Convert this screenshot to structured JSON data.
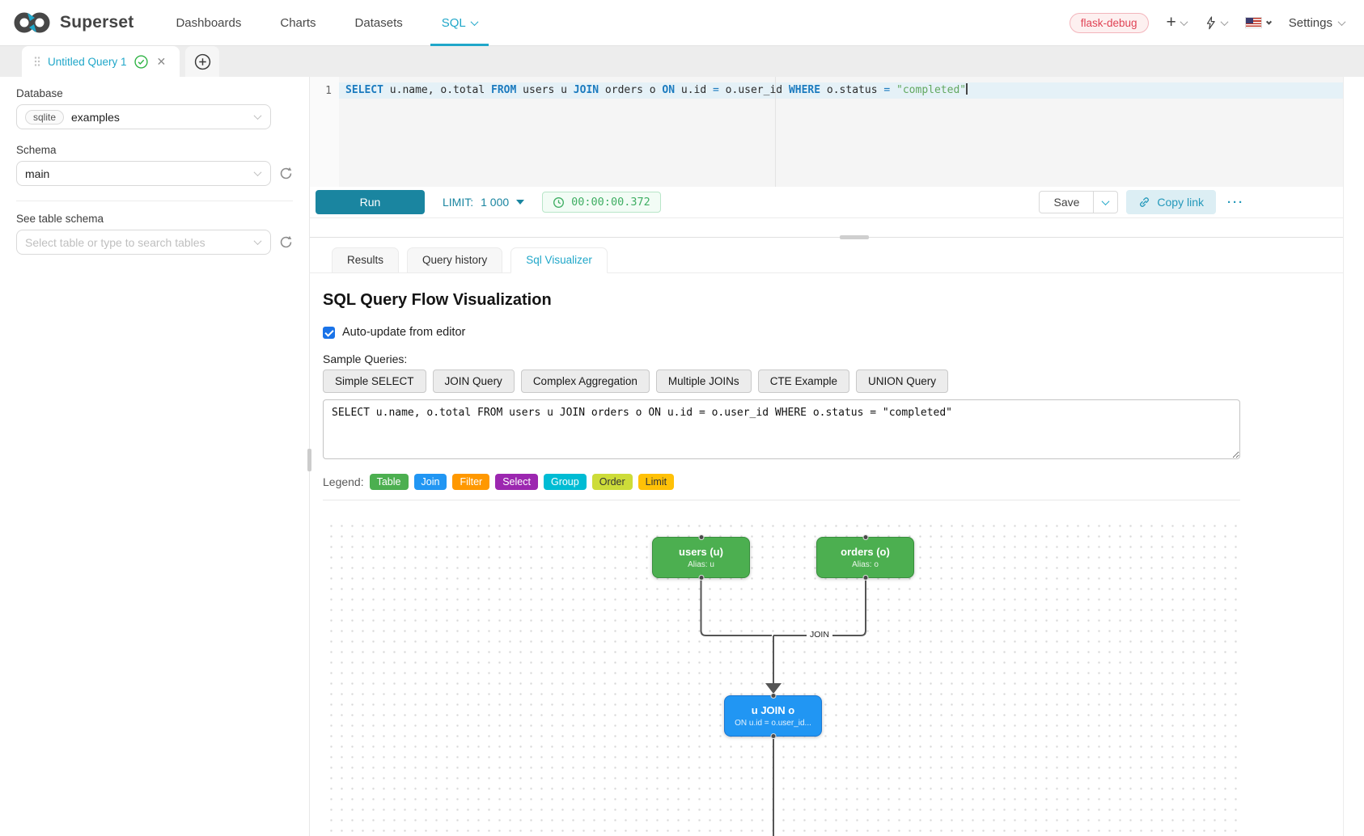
{
  "navbar": {
    "brand": "Superset",
    "items": [
      {
        "label": "Dashboards",
        "active": false
      },
      {
        "label": "Charts",
        "active": false
      },
      {
        "label": "Datasets",
        "active": false
      },
      {
        "label": "SQL",
        "active": true
      }
    ],
    "environment_tag": "flask-debug",
    "settings_label": "Settings",
    "accent_color": "#20a7c9"
  },
  "tabstrip": {
    "active_tab_label": "Untitled Query 1"
  },
  "sidebar": {
    "database_label": "Database",
    "database_type": "sqlite",
    "database_value": "examples",
    "schema_label": "Schema",
    "schema_value": "main",
    "table_label": "See table schema",
    "table_placeholder": "Select table or type to search tables"
  },
  "editor": {
    "line_number": "1",
    "tokens": [
      {
        "t": "k",
        "v": "SELECT"
      },
      {
        "t": "p",
        "v": " u.name, o.total "
      },
      {
        "t": "k",
        "v": "FROM"
      },
      {
        "t": "p",
        "v": " users u "
      },
      {
        "t": "k",
        "v": "JOIN"
      },
      {
        "t": "p",
        "v": " orders o "
      },
      {
        "t": "k",
        "v": "ON"
      },
      {
        "t": "p",
        "v": " u.id "
      },
      {
        "t": "o",
        "v": "="
      },
      {
        "t": "p",
        "v": " o.user_id "
      },
      {
        "t": "k",
        "v": "WHERE"
      },
      {
        "t": "p",
        "v": " o.status "
      },
      {
        "t": "o",
        "v": "="
      },
      {
        "t": "p",
        "v": " "
      },
      {
        "t": "s",
        "v": "\"completed\""
      }
    ]
  },
  "toolbar": {
    "run_label": "Run",
    "limit_label": "LIMIT:",
    "limit_value": "1 000",
    "timer": "00:00:00.372",
    "save_label": "Save",
    "copy_link_label": "Copy link",
    "more_label": "···"
  },
  "result_tabs": [
    {
      "label": "Results",
      "active": false
    },
    {
      "label": "Query history",
      "active": false
    },
    {
      "label": "Sql Visualizer",
      "active": true
    }
  ],
  "visualizer": {
    "title": "SQL Query Flow Visualization",
    "auto_update_label": "Auto-update from editor",
    "auto_update_checked": true,
    "sample_queries_label": "Sample Queries:",
    "sample_buttons": [
      "Simple SELECT",
      "JOIN Query",
      "Complex Aggregation",
      "Multiple JOINs",
      "CTE Example",
      "UNION Query"
    ],
    "query_text": "SELECT u.name, o.total FROM users u JOIN orders o ON u.id = o.user_id WHERE o.status = \"completed\"",
    "legend_label": "Legend:",
    "legend": [
      {
        "label": "Table",
        "color": "#4caf50",
        "text": "#ffffff"
      },
      {
        "label": "Join",
        "color": "#2196f3",
        "text": "#ffffff"
      },
      {
        "label": "Filter",
        "color": "#ff9800",
        "text": "#ffffff"
      },
      {
        "label": "Select",
        "color": "#9c27b0",
        "text": "#ffffff"
      },
      {
        "label": "Group",
        "color": "#00bcd4",
        "text": "#ffffff"
      },
      {
        "label": "Order",
        "color": "#cddc39",
        "text": "#333333"
      },
      {
        "label": "Limit",
        "color": "#ffc107",
        "text": "#333333"
      }
    ],
    "flow": {
      "nodes": [
        {
          "id": "users",
          "title": "users (u)",
          "subtitle": "Alias: u",
          "color": "#4caf50",
          "border": "#388e3c"
        },
        {
          "id": "orders",
          "title": "orders (o)",
          "subtitle": "Alias: o",
          "color": "#4caf50",
          "border": "#388e3c"
        },
        {
          "id": "join",
          "title": "u JOIN o",
          "subtitle": "ON u.id = o.user_id...",
          "color": "#2196f3",
          "border": "#1976d2"
        }
      ],
      "edge_label": "JOIN"
    }
  }
}
